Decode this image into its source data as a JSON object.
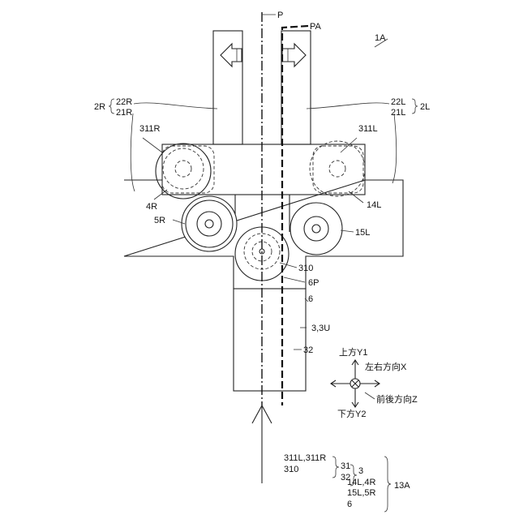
{
  "figure_id": "1A",
  "labels": {
    "P": "P",
    "PA": "PA",
    "grp_2R": "2R",
    "r22R": "22R",
    "r21R": "21R",
    "r22L": "22L",
    "r21L": "21L",
    "grp_2L": "2L",
    "r311R": "311R",
    "r311L": "311L",
    "r4R": "4R",
    "r14L": "14L",
    "r5R": "5R",
    "r15L": "15L",
    "r310": "310",
    "r6P": "6P",
    "r6": "6",
    "r3_3U": "3,3U",
    "r32": "32"
  },
  "directions": {
    "up": "上方Y1",
    "lr": "左右方向X",
    "fb": "前後方向Z",
    "down": "下方Y2"
  },
  "legend": {
    "row1": "311L,311R",
    "row2": "310",
    "n31": "31",
    "n32": "32",
    "n3": "3",
    "row4": "14L,4R",
    "row5": "15L,5R",
    "row6": "6",
    "n13A": "13A"
  }
}
